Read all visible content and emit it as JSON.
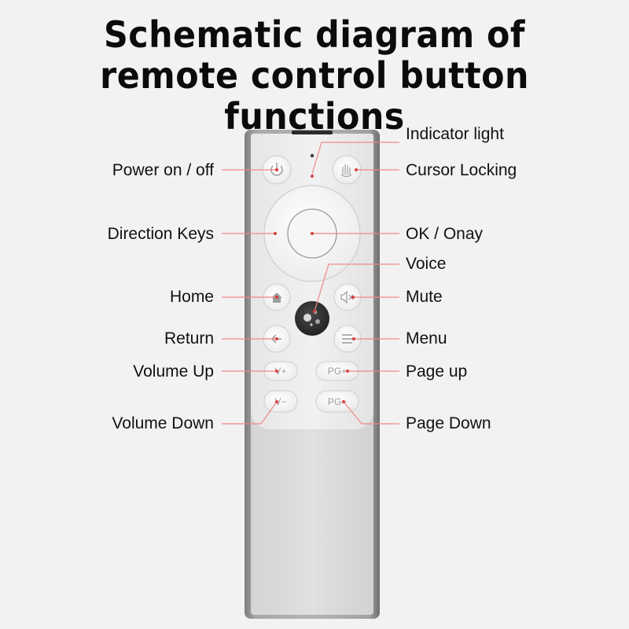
{
  "title": {
    "line1": "Schematic diagram of",
    "line2": "remote control button functions"
  },
  "buttons": {
    "vol_up": "V+",
    "vol_down": "V−",
    "page_up": "PG+",
    "page_down": "PG−"
  },
  "labels": {
    "indicator_light": "Indicator light",
    "power": "Power on / off",
    "cursor_locking": "Cursor Locking",
    "direction_keys": "Direction Keys",
    "ok": "OK / Onay",
    "voice": "Voice",
    "home": "Home",
    "mute": "Mute",
    "return": "Return",
    "menu": "Menu",
    "volume_up": "Volume Up",
    "page_up": "Page up",
    "volume_down": "Volume Down",
    "page_down": "Page Down"
  },
  "colors": {
    "background": "#f2f2f2",
    "remote_body": "#d9d9d9",
    "remote_frame": "#8e8e8e",
    "leader_line": "#e88888",
    "leader_dot": "#d84040",
    "voice_button": "#2c2c2c"
  }
}
